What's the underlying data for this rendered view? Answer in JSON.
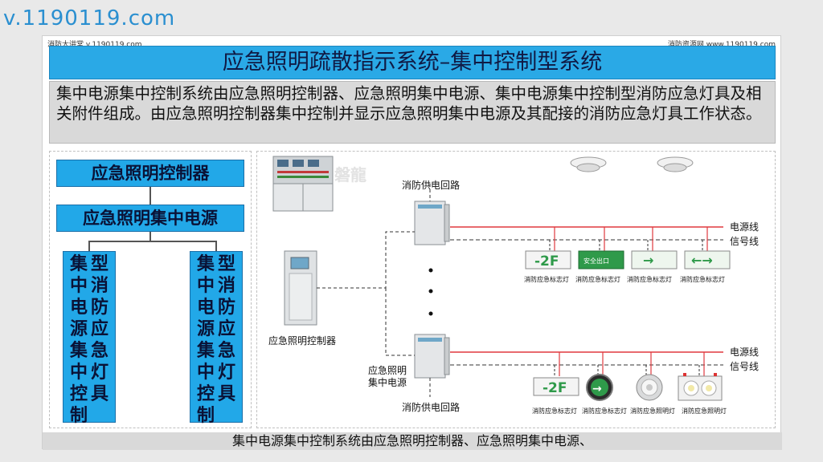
{
  "watermark": "v.1190119.com",
  "header": {
    "left_small": "消防大讲堂 v.1190119.com",
    "right_small": "消防资源网 www.1190119.com"
  },
  "title": "应急照明疏散指示系统–集中控制型系统",
  "description": "集中电源集中控制系统由应急照明控制器、应急照明集中电源、集中电源集中控制型消防应急灯具及相关附件组成。由应急照明控制器集中控制并显示应急照明集中电源及其配接的消防应急灯具工作状态。",
  "left_diagram": {
    "controller": "应急照明控制器",
    "power_supply": "应急照明集中电源",
    "lamp_box_a": [
      "集中电源集中控制",
      "型消防应急灯具"
    ],
    "lamp_box_b": [
      "集中电源集中控制",
      "型消防应急灯具"
    ]
  },
  "right_diagram": {
    "brand_watermark": "磐龍",
    "supply_circuit_top": "消防供电回路",
    "supply_circuit_bottom": "消防供电回路",
    "power_line_top": "电源线",
    "signal_line_top": "信号线",
    "power_line_bottom": "电源线",
    "signal_line_bottom": "信号线",
    "controller_label": "应急照明控制器",
    "psu_label_line1": "应急照明",
    "psu_label_line2": "集中电源",
    "top_lamps": [
      {
        "text": "-2F",
        "label": "消防应急标志灯"
      },
      {
        "text": "安全出口",
        "label": "消防应急标志灯"
      },
      {
        "text": "→",
        "label": "消防应急标志灯"
      },
      {
        "text": "←→",
        "label": "消防应急标志灯"
      }
    ],
    "bottom_lamps": [
      {
        "text": "-2F",
        "label": "消防应急标志灯"
      },
      {
        "text": "→",
        "label": "消防应急标志灯"
      },
      {
        "text": "",
        "label": "消防应急照明灯"
      },
      {
        "text": "",
        "label": "消防应急照明灯"
      }
    ]
  },
  "caption": "集中电源集中控制系统由应急照明控制器、应急照明集中电源、",
  "colors": {
    "accent_blue": "#22a8e8",
    "power_line": "#e0393e",
    "signal_line": "#333333",
    "lamp_green": "#2f9a4a"
  }
}
